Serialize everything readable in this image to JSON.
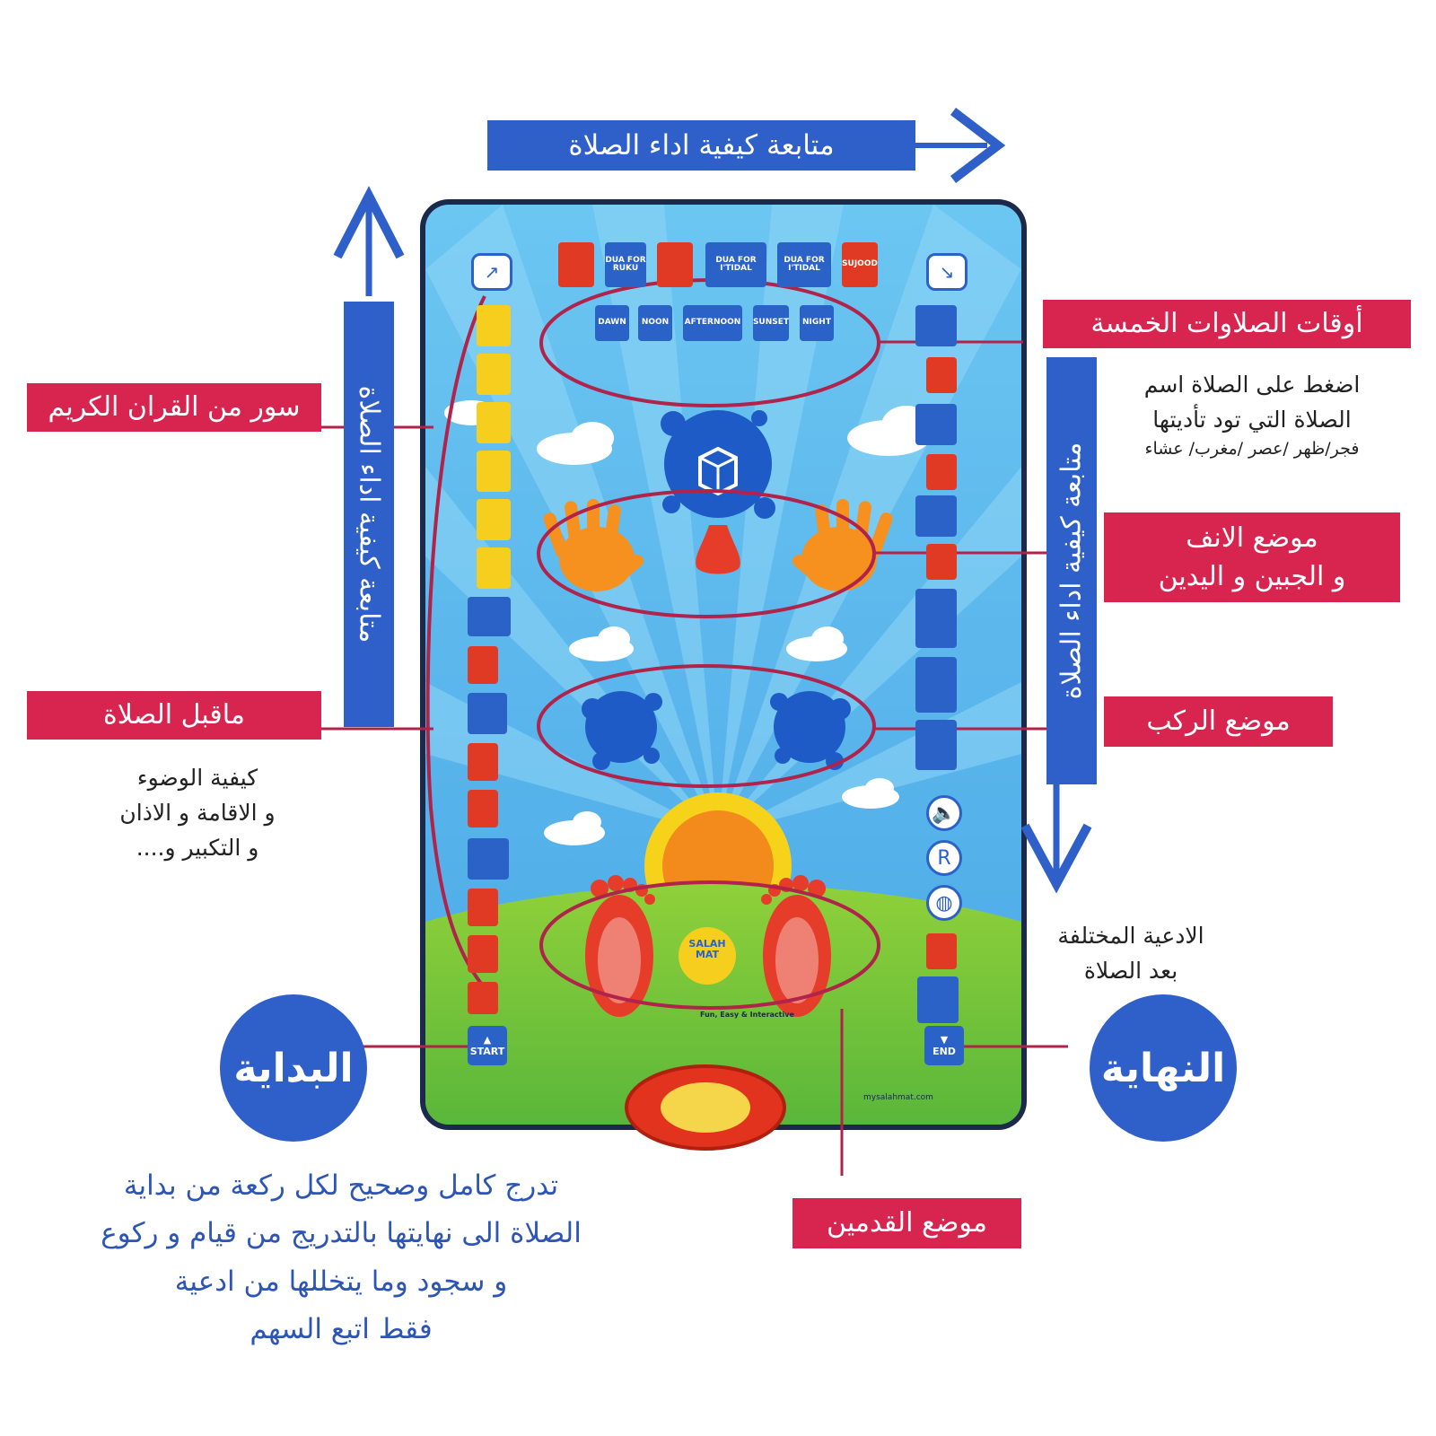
{
  "labels": {
    "top_title": "متابعة كيفية اداء الصلاة",
    "left_vertical": "متابعة كيفية اداء الصلاة",
    "right_vertical": "متابعة كيفية اداء الصلاة",
    "quran": "سور من القران الكريم",
    "prayer_times": "أوقات الصلاوات الخمسة",
    "pre_prayer": "ماقبل الصلاة",
    "nose_line1": "موضع الانف",
    "nose_line2": "و الجبين و اليدين",
    "knees": "موضع الركب",
    "feet": "موضع القدمين",
    "start": "البداية",
    "end": "النهاية"
  },
  "notes": {
    "press_line1": "اضغط على الصلاة اسم",
    "press_line2": "الصلاة التي تود تأديتها",
    "press_line3": "فجر/ظهر /عصر /مغرب/ عشاء",
    "wudu_line1": "كيفية  الوضوء",
    "wudu_line2": "و الاقامة و الاذان",
    "wudu_line3": "و التكبير و....",
    "duas_line1": "الادعية المختلفة",
    "duas_line2": "بعد الصلاة",
    "bottom_line1": "تدرج كامل وصحيح لكل ركعة من بداية",
    "bottom_line2": "الصلاة الى نهايتها بالتدريج من قيام و ركوع",
    "bottom_line3": "و سجود وما يتخللها من ادعية",
    "bottom_line4": "فقط اتبع السهم"
  },
  "mat": {
    "prayer_times": [
      "DAWN",
      "NOON",
      "AFTERNOON",
      "SUNSET",
      "NIGHT"
    ],
    "top_tiles": [
      "",
      "DUA FOR RUKU",
      "",
      "DUA FOR I'TIDAL",
      "DUA FOR I'TIDAL",
      "SUJOOD"
    ],
    "start_label": "START",
    "end_label": "END",
    "logo_line1": "SALAH",
    "logo_line2": "MAT",
    "tagline": "Fun, Easy & Interactive",
    "website": "mysalahmat.com"
  },
  "colors": {
    "label_blue": "#2f5fc9",
    "label_red": "#d72550",
    "connector": "#b0234a"
  }
}
